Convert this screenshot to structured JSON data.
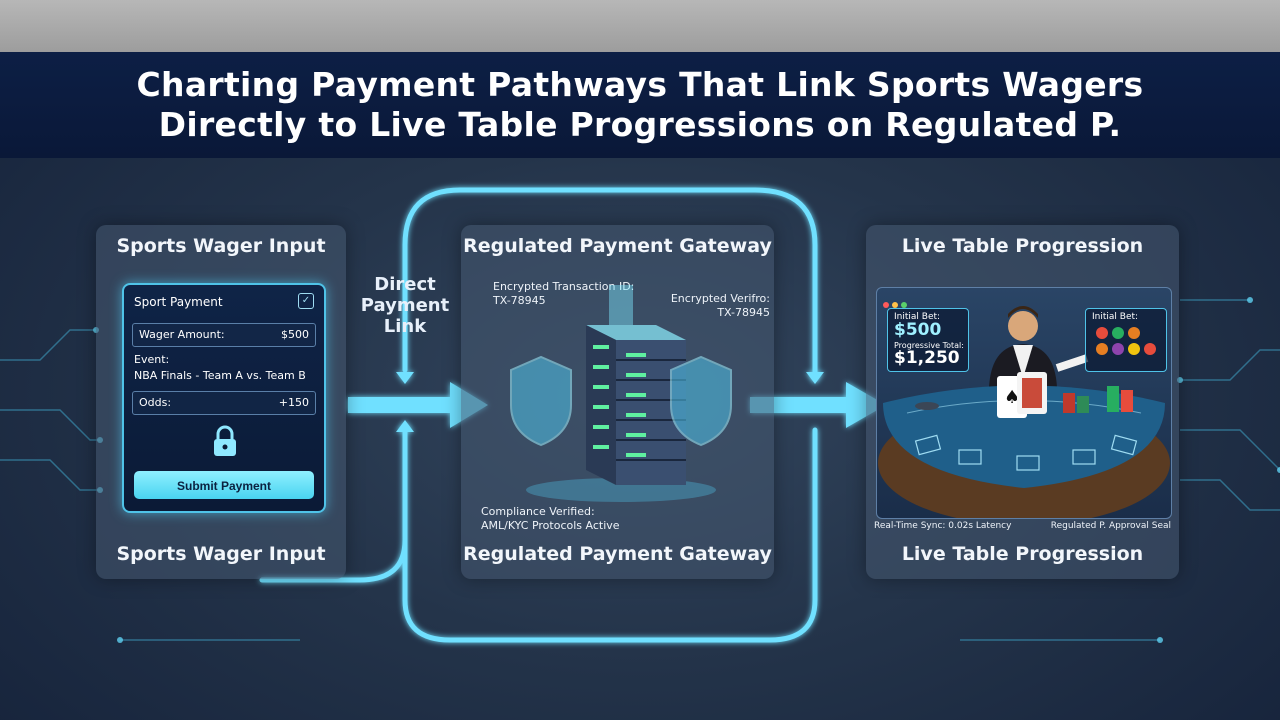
{
  "title": "Charting Payment Pathways That Link Sports Wagers Directly to Live Table Progressions on Regulated P.",
  "colors": {
    "accent": "#4fc3e8",
    "banner": "#0d1f45",
    "felt": "#1f5f8a"
  },
  "panels": {
    "sports": {
      "title_top": "Sports Wager Input",
      "title_bottom": "Sports Wager Input",
      "card": {
        "heading": "Sport Payment",
        "wager_label": "Wager Amount:",
        "wager_value": "$500",
        "event_label": "Event:",
        "event_value": "NBA Finals - Team A vs. Team B",
        "odds_label": "Odds:",
        "odds_value": "+150",
        "lock_icon": "lock-icon",
        "submit_label": "Submit Payment"
      }
    },
    "link": {
      "label": "Direct Payment Link"
    },
    "gateway": {
      "title_top": "Regulated Payment Gateway",
      "title_bottom": "Regulated Payment Gateway",
      "txn_left_label": "Encrypted Transaction ID:",
      "txn_left_value": "TX-78945",
      "txn_right_label": "Encrypted Verifro:",
      "txn_right_value": "TX-78945",
      "compliance_label": "Compliance Verified:",
      "compliance_value": "AML/KYC Protocols Active"
    },
    "live": {
      "title_top": "Live Table Progression",
      "title_bottom": "Live Table Progression",
      "initial_bet_label": "Initial Bet:",
      "initial_bet_value": "$500",
      "progressive_label": "Progressive Total:",
      "progressive_value": "$1,250",
      "chips_label": "Initial Bet:",
      "sync_text": "Real-Time Sync: 0.02s Latency",
      "seal_text": "Regulated P. Approval Seal"
    }
  }
}
